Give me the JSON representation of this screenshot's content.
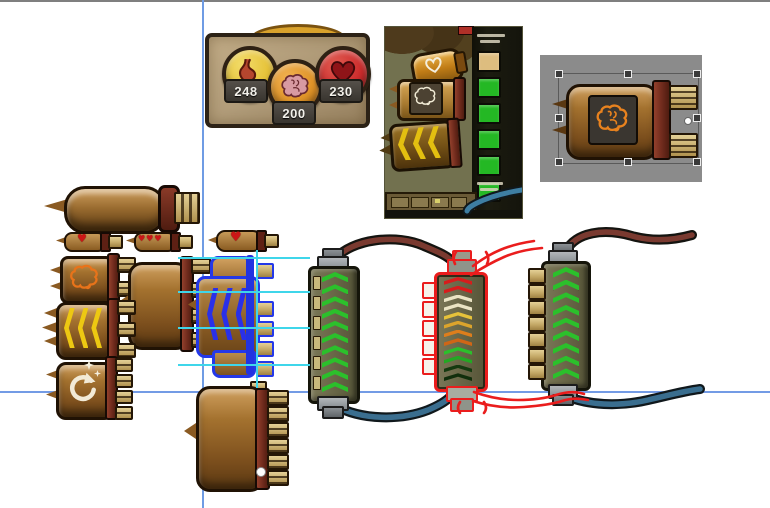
{
  "stats_panel": {
    "hunger_value": "248",
    "sanity_value": "200",
    "health_value": "230"
  },
  "palette": {
    "background": "#ffffff",
    "guide_blue": "#6f9ce4",
    "guide_horizontal": "#5b8ae0",
    "guide_cyan": "#3fd6ea",
    "selection_blue": "#2438e8",
    "annotation_red": "#ea1d1d",
    "artboard_gray": "#8b8b8b",
    "sprite_brown": "#8a5a24",
    "bracket_maroon": "#6e2a1c",
    "connector_tan": "#cdb97e",
    "gauge_olive": "#6b6849",
    "wire_maroon": "#7a3a30",
    "wire_blue": "#3a6e8f",
    "badge_hunger": "#e6c33a",
    "badge_sanity": "#e09428",
    "badge_health": "#cc2d2d"
  },
  "gauges": {
    "left_chevrons": [
      "#2bc02b",
      "#2bc02b",
      "#2bc02b",
      "#2bc02b",
      "#2bc02b",
      "#2bc02b",
      "#2bc02b",
      "#2bc02b",
      "#2bc02b",
      "#2bc02b"
    ],
    "middle_chevrons": [
      "#d81c1c",
      "#d81c1c",
      "#eae4c4",
      "#eae4c4",
      "#e6c23a",
      "#dca42c",
      "#de7e1c",
      "#d06616",
      "#2bc02b",
      "#23a823",
      "#153a10",
      "#112e0c"
    ],
    "right_chevrons": [
      "#2bc02b",
      "#2bc02b",
      "#2bc02b",
      "#2bc02b",
      "#2bc02b",
      "#2bc02b",
      "#2bc02b",
      "#2bc02b",
      "#2bc02b"
    ]
  },
  "sprites": {
    "selected_blue_chevrons": [
      "#2a30e8",
      "#2a30e8",
      "#2a30e8"
    ],
    "yellow_badge_chevrons": [
      "#edc812",
      "#edc812",
      "#edc812"
    ]
  },
  "game_screenshot": {
    "chevrons": [
      "#e3bf10",
      "#e3bf10",
      "#e3bf10"
    ],
    "meter_cells": [
      "#ddbd7f",
      "#24b824",
      "#24b824",
      "#24b824",
      "#24b824",
      "#24b824"
    ],
    "heart_glyph": "♥"
  },
  "bottle_icons": {
    "heart_small": "♥",
    "heart_triple": "♥♥♥",
    "heart_large": "♥"
  }
}
